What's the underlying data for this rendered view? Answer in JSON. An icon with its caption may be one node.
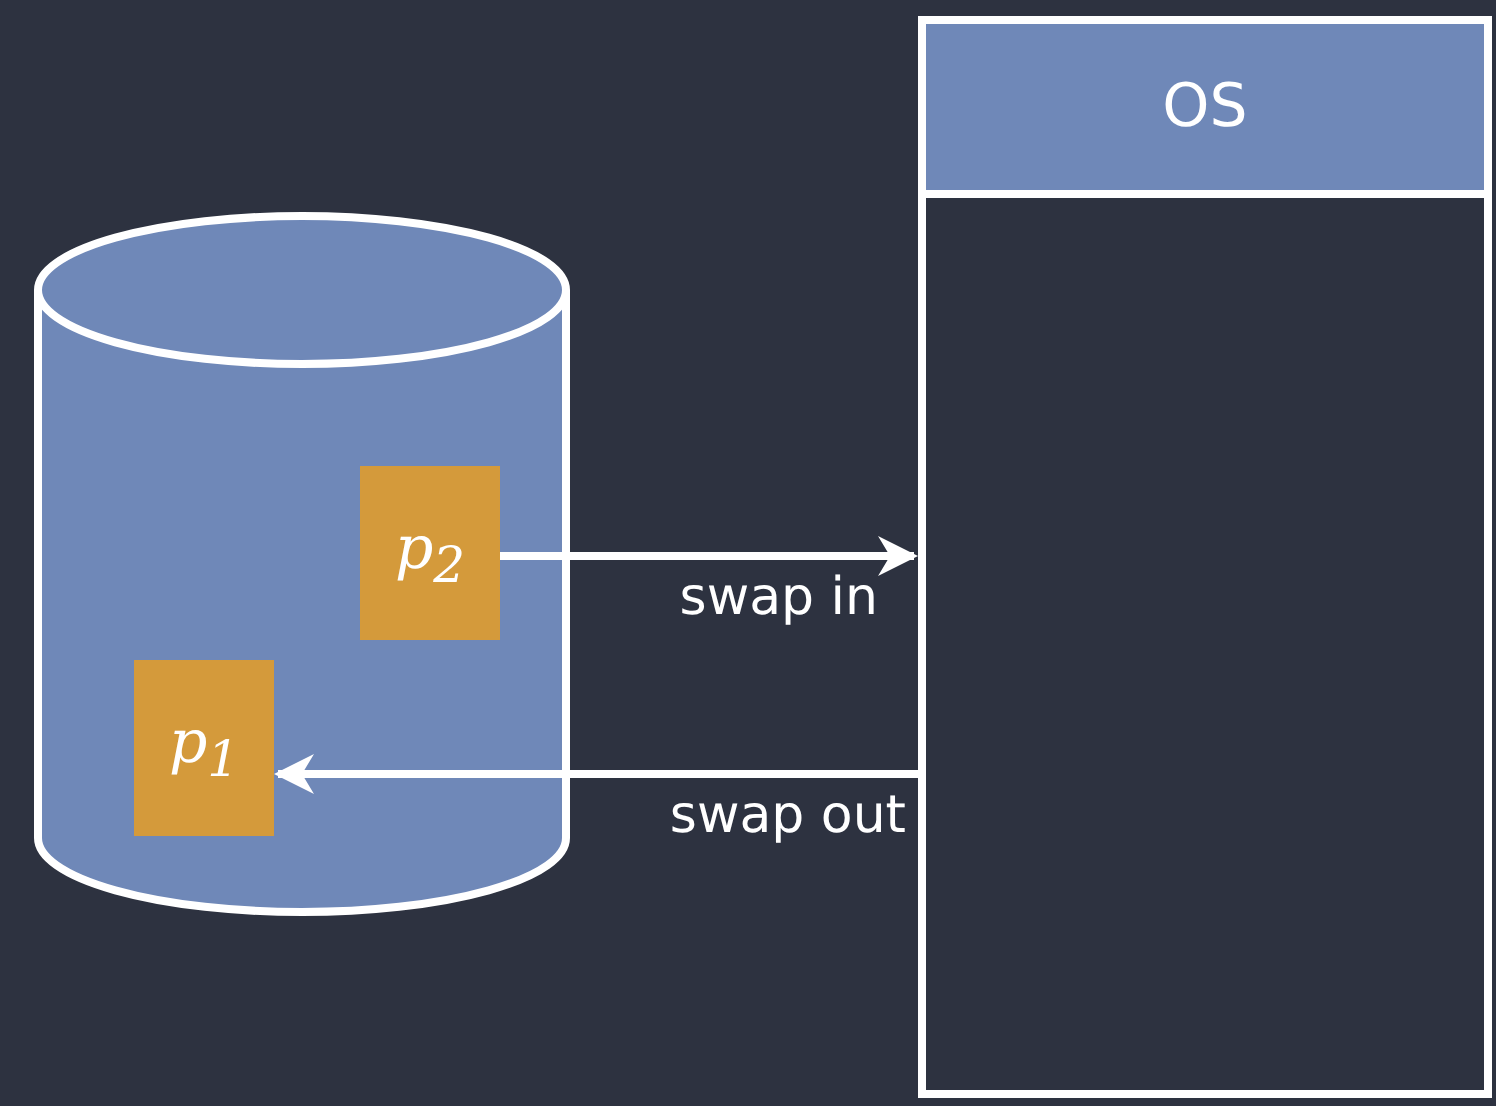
{
  "diagram": {
    "nodes": [
      {
        "text": [],
        "shape": "cylinder"
      },
      {
        "text": [
          "p$_{2}$"
        ],
        "in": 0
      },
      {
        "text": [
          "p$_{1}$"
        ],
        "in": 0
      },
      {
        "text": [],
        "shape": "box"
      },
      {
        "text": [
          "OS"
        ],
        "in": 3
      }
    ],
    "edges": [
      {
        "from": 1,
        "to": 3,
        "arrow": "to",
        "label": "swap in"
      },
      {
        "from": 3,
        "to": 2,
        "arrow": "to",
        "label": "swap out"
      }
    ]
  }
}
